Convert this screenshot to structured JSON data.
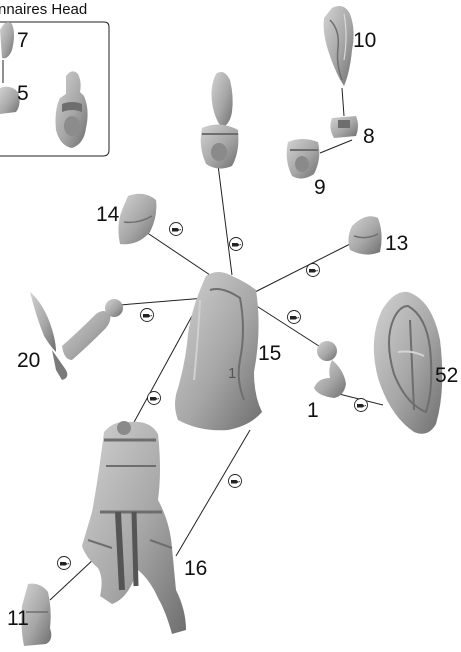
{
  "inset": {
    "title": "nnaires Head",
    "labels": [
      "7",
      "5"
    ]
  },
  "part_labels": [
    "10",
    "8",
    "9",
    "14",
    "13",
    "20",
    "15",
    "52",
    "1",
    "16",
    "11"
  ],
  "colors": {
    "part_fill": "#a6a6a6",
    "part_shadow": "#6e6e6e",
    "part_highlight": "#d2d2d2",
    "line": "#222222",
    "text": "#111111"
  },
  "icons": [
    "glue-drop-icon"
  ]
}
